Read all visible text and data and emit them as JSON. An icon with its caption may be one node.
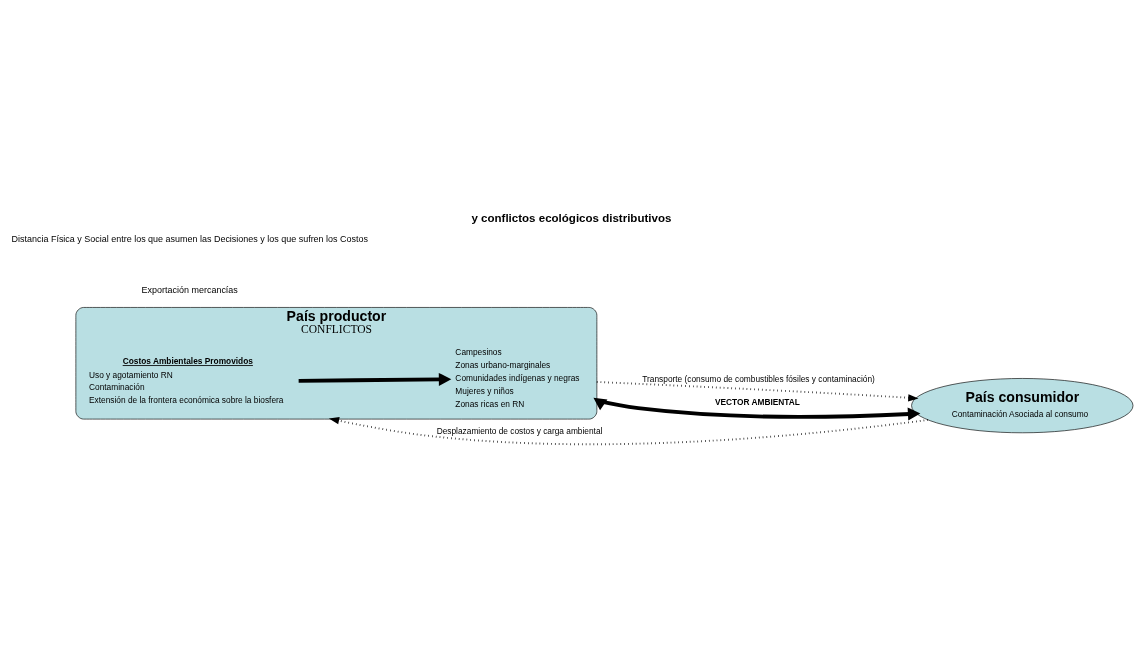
{
  "diagram": {
    "title": "y conflictos ecológicos distributivos",
    "nodes": [
      {
        "text": [
          "País productor",
          "CONFLICTOS"
        ]
      },
      {
        "text": [
          "Costos Ambientales Promovidos",
          "Uso y agotamiento RN",
          "Contaminación",
          "Extensión de la frontera económica sobre la biosfera"
        ],
        "in": 0
      },
      {
        "text": [
          "Campesinos",
          "Zonas urbano-marginales",
          "Comunidades indígenas y negras",
          "Mujeres y niños",
          "Zonas ricas en RN"
        ],
        "in": 0
      },
      {
        "text": [
          "País consumidor",
          "Contaminación Asociada al consumo"
        ]
      }
    ],
    "edges": [
      {
        "from": 0,
        "to": 3,
        "arrow": "to",
        "style": "dashed",
        "label": "Transporte (consumo de combustibles fósiles y contaminación)"
      },
      {
        "from": 1,
        "to": 2,
        "arrow": "to",
        "style": "thick"
      },
      {
        "from": 0,
        "to": 3,
        "arrow": "both",
        "style": "thick",
        "label": "VECTOR AMBIENTAL"
      },
      {
        "from": 3,
        "to": 0,
        "arrow": "to",
        "style": "dashed",
        "label": "Desplazamiento de costos y carga ambiental"
      }
    ],
    "labels": [
      "Exportación mercancías",
      "Distancia Física y Social entre los que asumen las Decisiones y los que sufren los Costos"
    ]
  }
}
